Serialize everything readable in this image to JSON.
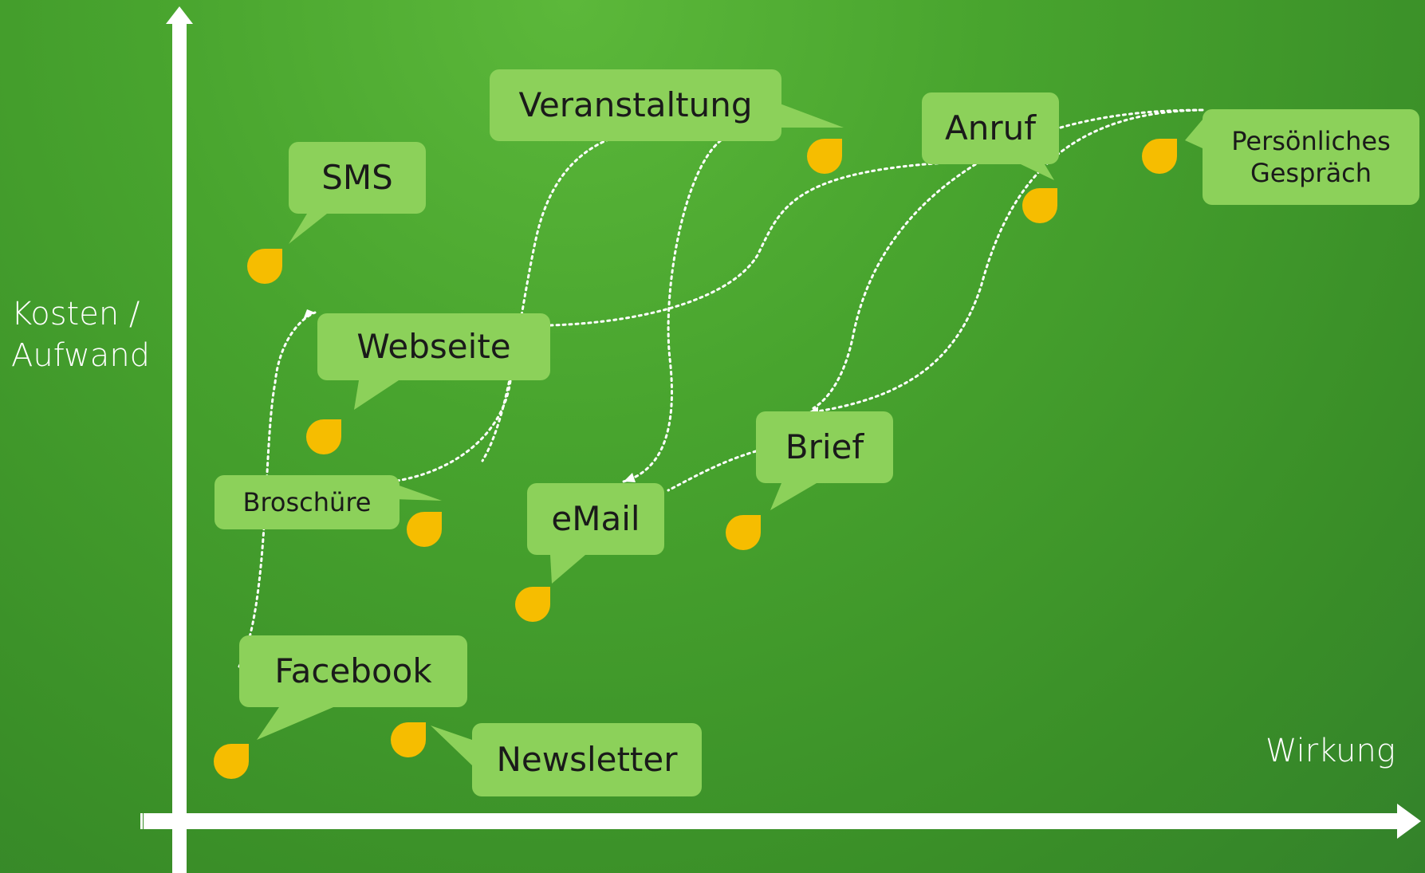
{
  "axes": {
    "y_label": "Kosten /\nAufwand",
    "x_label": "Wirkung"
  },
  "bubbles": [
    {
      "id": "sms",
      "label": "SMS"
    },
    {
      "id": "veranstaltung",
      "label": "Veranstaltung"
    },
    {
      "id": "anruf",
      "label": "Anruf"
    },
    {
      "id": "persoenliches-gespraech",
      "label": "Persönliches\nGespräch"
    },
    {
      "id": "webseite",
      "label": "Webseite"
    },
    {
      "id": "broschuere",
      "label": "Broschüre"
    },
    {
      "id": "email",
      "label": "eMail"
    },
    {
      "id": "brief",
      "label": "Brief"
    },
    {
      "id": "facebook",
      "label": "Facebook"
    },
    {
      "id": "newsletter",
      "label": "Newsletter"
    }
  ],
  "colors": {
    "background": "#48a42e",
    "bubble": "#8cd15a",
    "marker": "#f6bd00",
    "axis": "#ffffff",
    "connector": "#ffffff"
  },
  "icons": {
    "marker": "droplet-marker-icon",
    "arrowhead": "arrowhead-icon"
  }
}
